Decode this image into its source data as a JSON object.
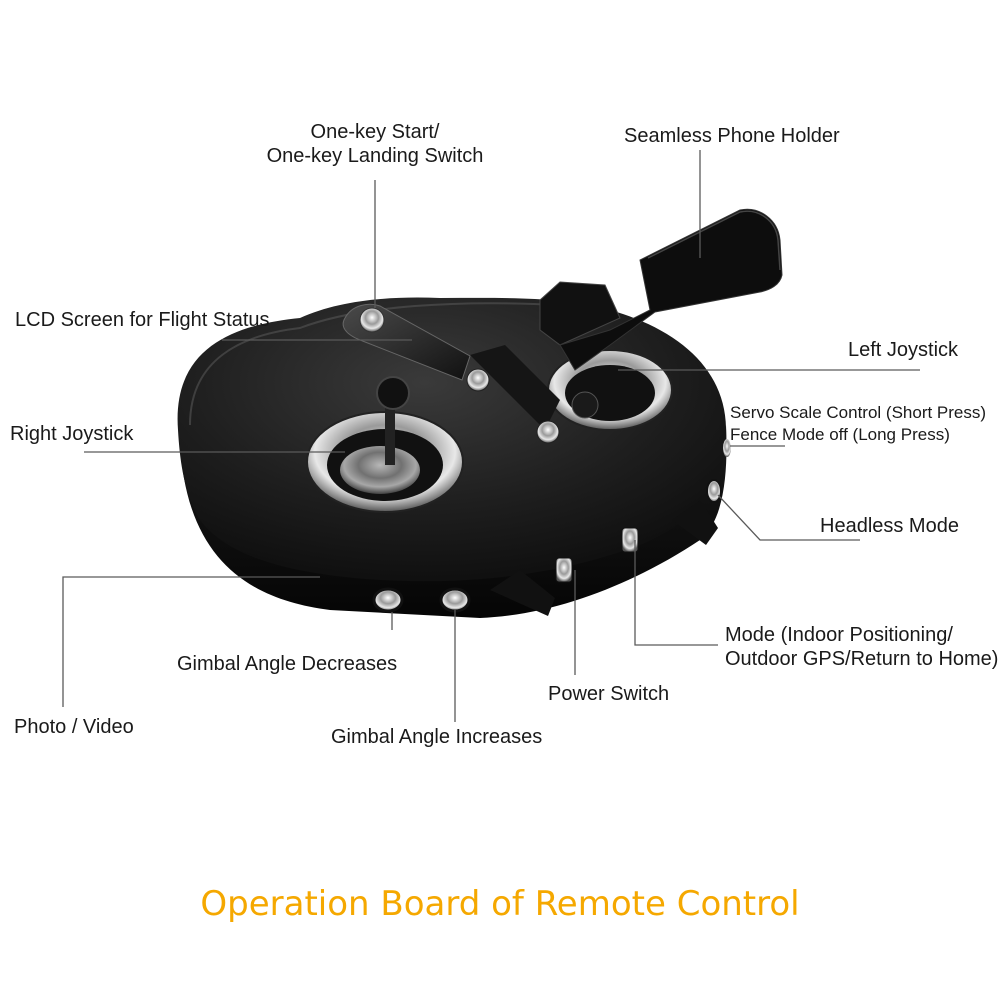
{
  "labels": {
    "one_key_line1": "One-key Start/",
    "one_key_line2": "One-key Landing Switch",
    "phone_holder": "Seamless Phone Holder",
    "lcd_screen": "LCD Screen for Flight Status",
    "left_joystick": "Left Joystick",
    "right_joystick": "Right Joystick",
    "servo_line1": "Servo Scale Control (Short Press)",
    "servo_line2": "Fence Mode off (Long Press)",
    "headless_mode": "Headless Mode",
    "mode_line1": "Mode (Indoor Positioning/",
    "mode_line2": "Outdoor GPS/Return to Home)",
    "gimbal_decreases": "Gimbal Angle Decreases",
    "power_switch": "Power Switch",
    "photo_video": "Photo / Video",
    "gimbal_increases": "Gimbal Angle Increases"
  },
  "caption": "Operation Board of Remote Control",
  "colors": {
    "caption": "#f5a800",
    "leader_lines": "#5a5a5a",
    "body": "#1c1c1c",
    "chrome": "#c8c8c8"
  }
}
